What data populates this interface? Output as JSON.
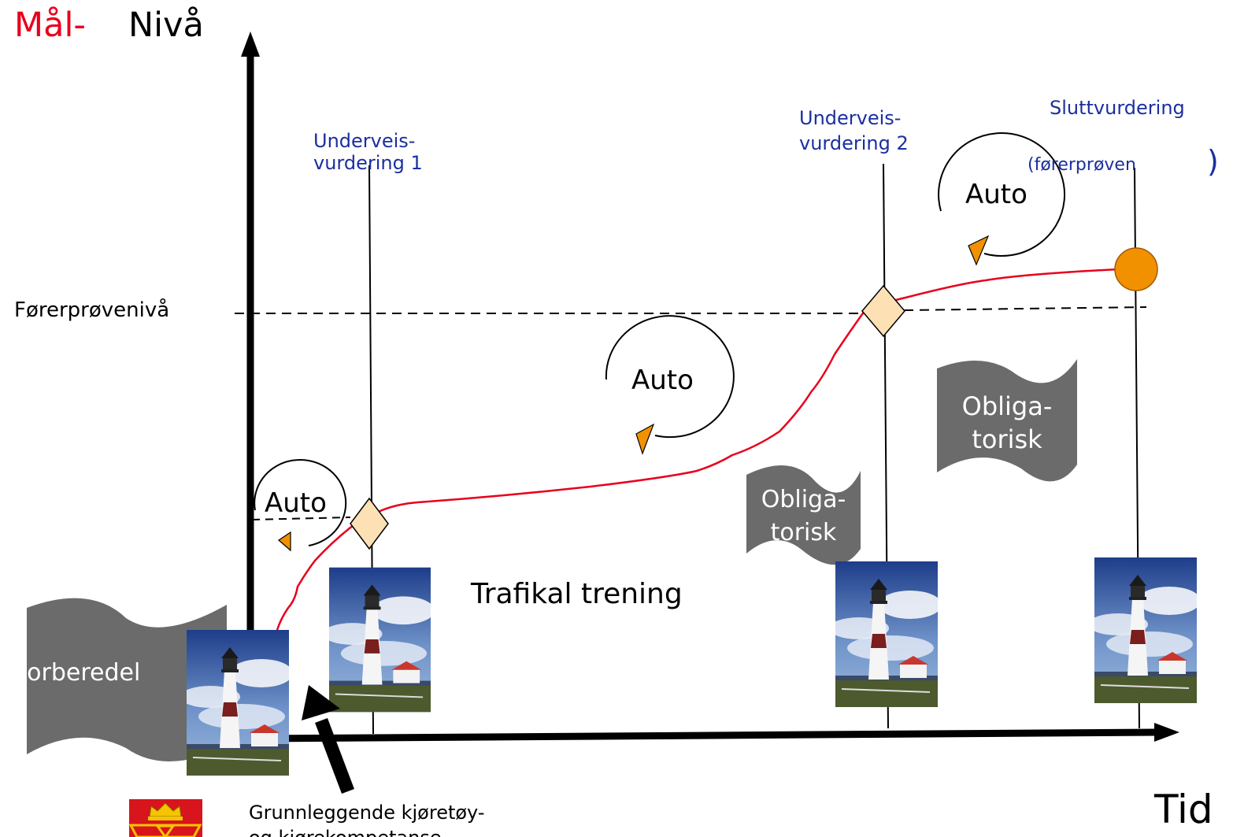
{
  "title": {
    "goal": "Mål-",
    "level": "Nivå"
  },
  "axis": {
    "time_label": "Tid"
  },
  "reference_line": {
    "label": "Førerprøvenivå"
  },
  "checkpoints": [
    {
      "line1": "Underveis-",
      "line2": "vurdering 1"
    },
    {
      "line1": "Underveis-",
      "line2": "vurdering 2"
    },
    {
      "line1": "Sluttvurdering",
      "line2": "(førerprøven",
      "paren": ")"
    }
  ],
  "cycles": [
    {
      "label": "Auto"
    },
    {
      "label": "Auto"
    },
    {
      "label": "Auto"
    }
  ],
  "stages": {
    "preparation": "Forberedel",
    "training": "Trafikal trening",
    "mandatory_small": {
      "line1": "Obliga-",
      "line2": "torisk"
    },
    "mandatory_large": {
      "line1": "Obliga-",
      "line2": "torisk"
    }
  },
  "basic_competence": {
    "line1": "Grunnleggende kjøretøy-",
    "line2": "og kjørekompetanse"
  },
  "colors": {
    "goal_text": "#e8001c",
    "checkpoint_text": "#1a2fa0",
    "progress_curve": "#e8001c",
    "diamond_fill": "#fde0b4",
    "circle_marker": "#f29100",
    "arrowhead": "#f29100",
    "banner_fill": "#6b6b6b"
  }
}
